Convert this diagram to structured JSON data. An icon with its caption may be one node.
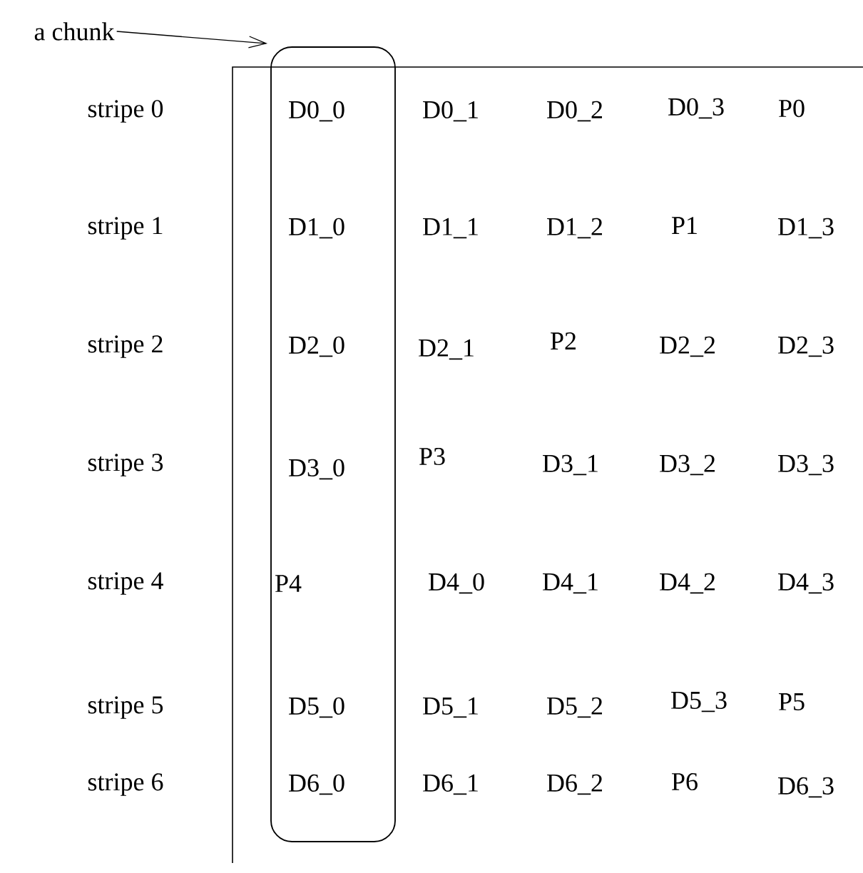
{
  "diagram": {
    "nodes": [
      {
        "text": [
          "a chunk"
        ]
      },
      {
        "text": [],
        "shape": "box"
      }
    ],
    "edges": [
      {
        "from": 0,
        "to": 1,
        "arrow": "to"
      }
    ],
    "labels": [
      "stripe 0",
      "D0_0",
      "D0_1",
      "D0_2",
      "D0_3",
      "P0",
      "stripe 1",
      "D1_0",
      "D1_1",
      "D1_2",
      "P1",
      "D1_3",
      "stripe 2",
      "D2_0",
      "D2_1",
      "P2",
      "D2_2",
      "D2_3",
      "stripe 3",
      "D3_0",
      "P3",
      "D3_1",
      "D3_2",
      "D3_3",
      "stripe 4",
      "P4",
      "D4_0",
      "D4_1",
      "D4_2",
      "D4_3",
      "stripe 5",
      "D5_0",
      "D5_1",
      "D5_2",
      "D5_3",
      "P5",
      "stripe 6",
      "D6_0",
      "D6_1",
      "D6_2",
      "P6",
      "D6_3"
    ]
  }
}
